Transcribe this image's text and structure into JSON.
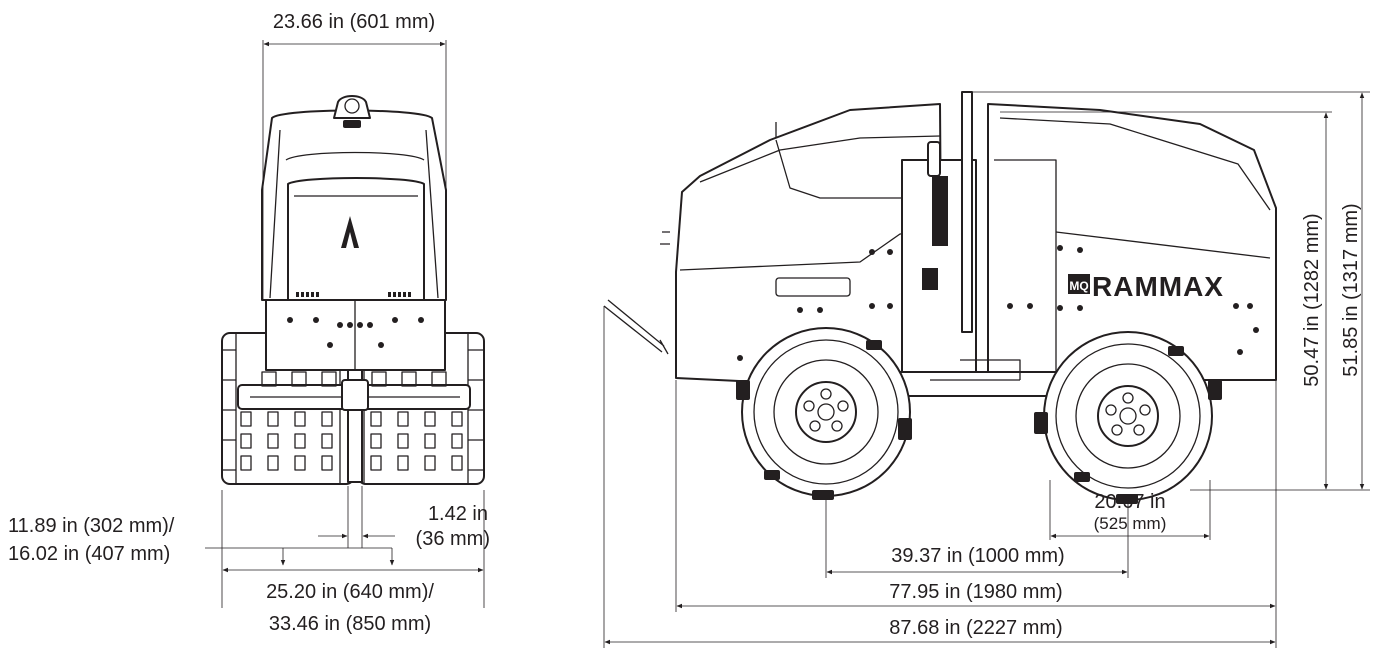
{
  "front_view": {
    "overall_width": "23.66 in (601 mm)",
    "drum_offset_line1": "11.89 in (302 mm)/",
    "drum_offset_line2": "16.02 in (407 mm)",
    "center_gap_line1": "1.42 in",
    "center_gap_line2": "(36 mm)",
    "drum_width_line1": "25.20 in (640 mm)/",
    "drum_width_line2": "33.46 in (850 mm)"
  },
  "side_view": {
    "brand_text": "RAMMAX",
    "logo_text": "MQ",
    "height_1": "50.47 in (1282 mm)",
    "height_2": "51.85 in (1317 mm)",
    "drum_diameter_line1": "20.67 in",
    "drum_diameter_line2": "(525 mm)",
    "wheelbase": "39.37 in (1000 mm)",
    "body_length": "77.95 in (1980 mm)",
    "overall_length": "87.68 in (2227 mm)"
  },
  "colors": {
    "ink": "#231f20",
    "background": "#ffffff"
  }
}
